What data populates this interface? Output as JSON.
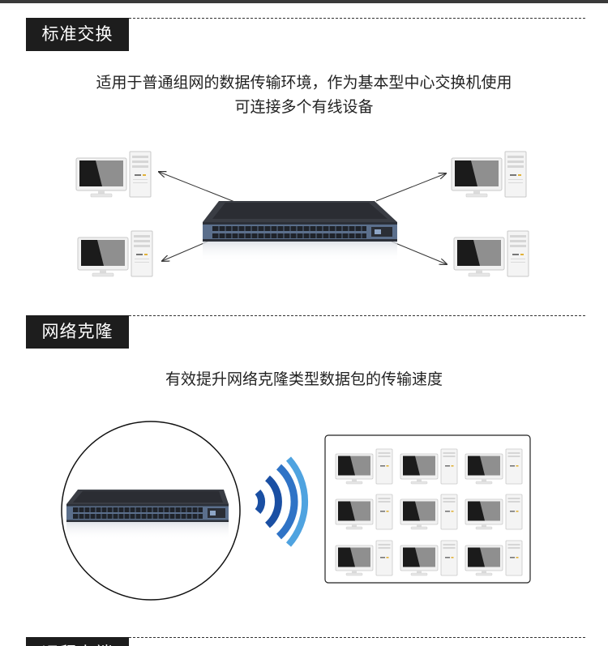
{
  "sections": [
    {
      "title": "标准交换",
      "lines": [
        "适用于普通组网的数据传输环境，作为基本型中心交换机使用",
        "可连接多个有线设备"
      ]
    },
    {
      "title": "网络克隆",
      "lines": [
        "有效提升网络克隆类型数据包的传输速度"
      ]
    },
    {
      "title": "远程上端"
    }
  ],
  "colors": {
    "tag_bg": "#1d1d1d",
    "switch_body": "#2b2d33",
    "port_strip": "#5b6f8c",
    "wifi_dark": "#1a4fa3",
    "wifi_light": "#4fa3e0"
  },
  "icons": [
    "desktop-computer-icon",
    "network-switch-icon",
    "wifi-signal-icon"
  ]
}
